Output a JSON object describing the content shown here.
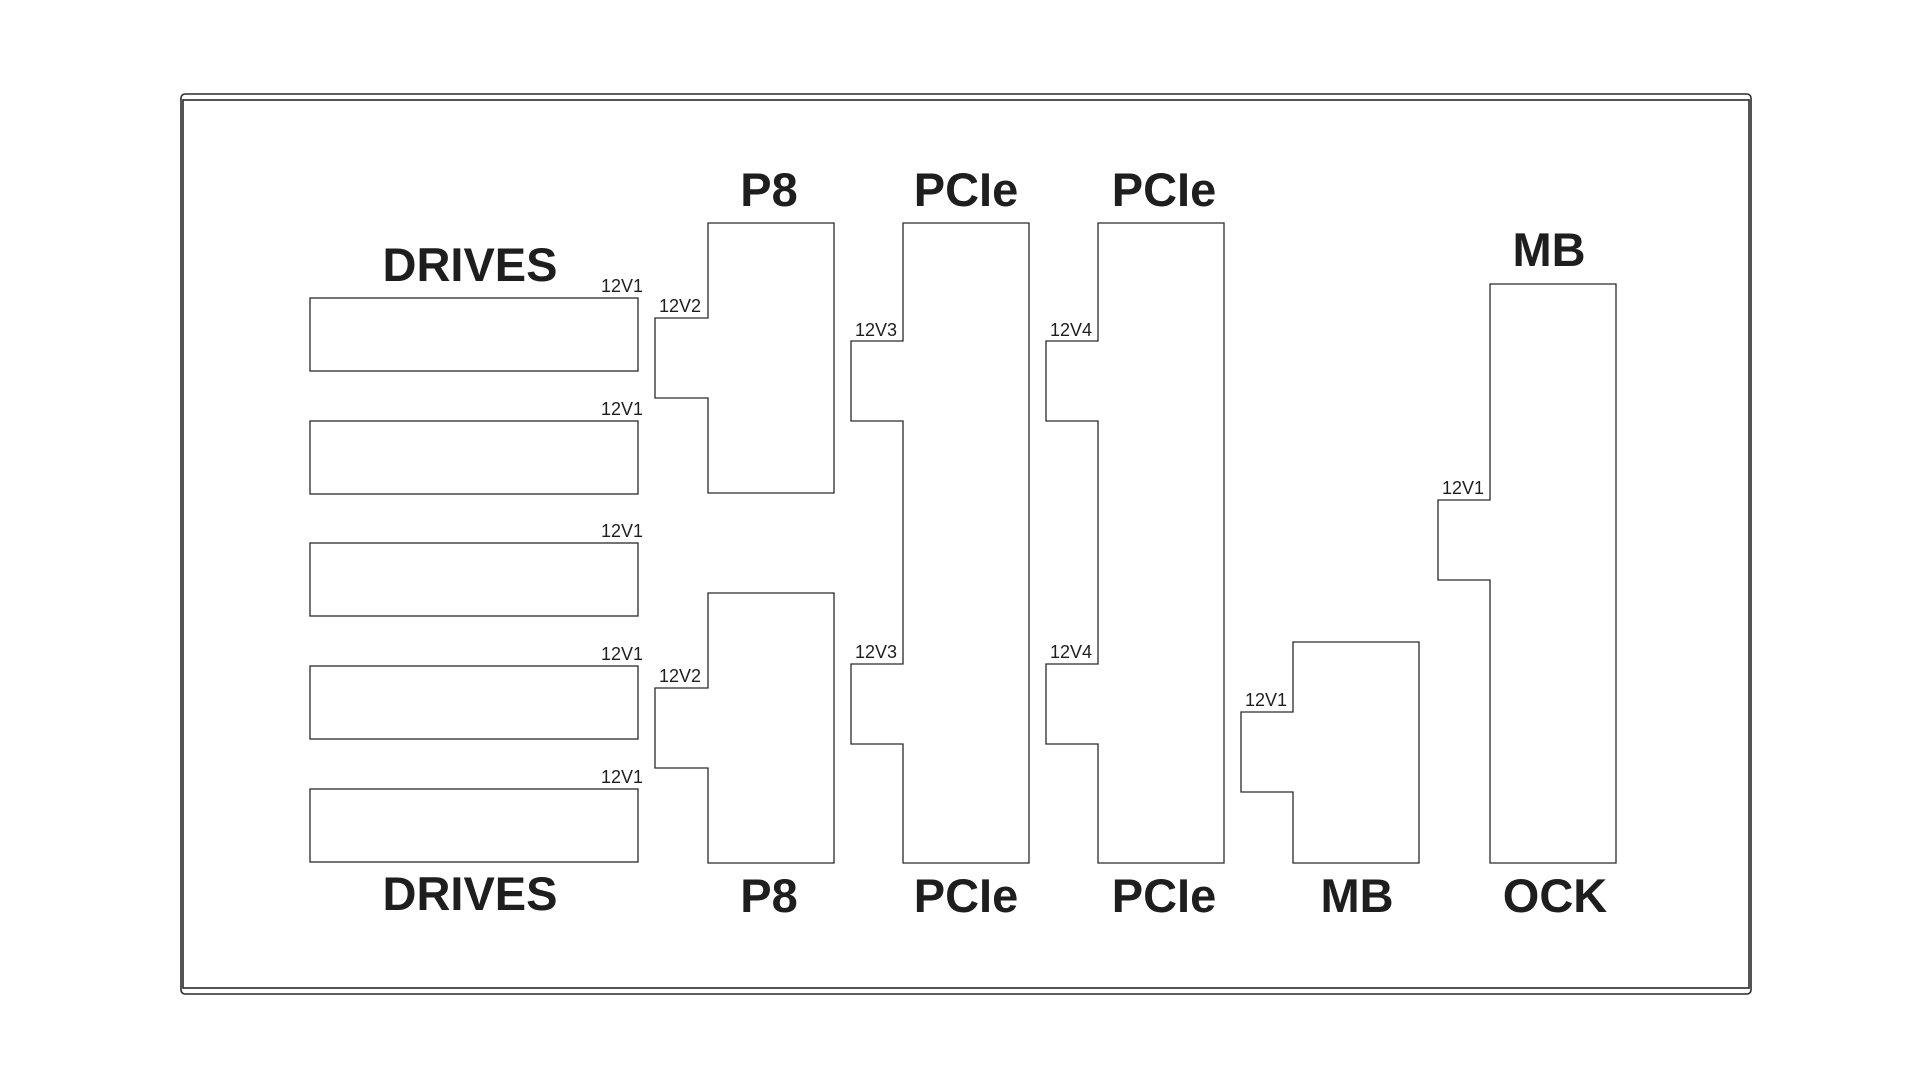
{
  "section_labels": {
    "drives_top": "DRIVES",
    "drives_bottom": "DRIVES",
    "p8_top": "P8",
    "p8_bottom": "P8",
    "pcie_1_top": "PCIe",
    "pcie_1_bottom": "PCIe",
    "pcie_2_top": "PCIe",
    "pcie_2_bottom": "PCIe",
    "mb_small_bottom": "MB",
    "mb_large_top": "MB",
    "ock_bottom": "OCK"
  },
  "rail_labels": {
    "drive_1": "12V1",
    "drive_2": "12V1",
    "drive_3": "12V1",
    "drive_4": "12V1",
    "drive_5": "12V1",
    "p8_top": "12V2",
    "p8_bottom": "12V2",
    "pcie_1_top": "12V3",
    "pcie_1_bottom": "12V3",
    "pcie_2_top": "12V4",
    "pcie_2_bottom": "12V4",
    "mb_small": "12V1",
    "mb_large": "12V1"
  },
  "colors": {
    "line": "#2a2a2a",
    "text": "#1e1e1e",
    "background": "#ffffff"
  }
}
